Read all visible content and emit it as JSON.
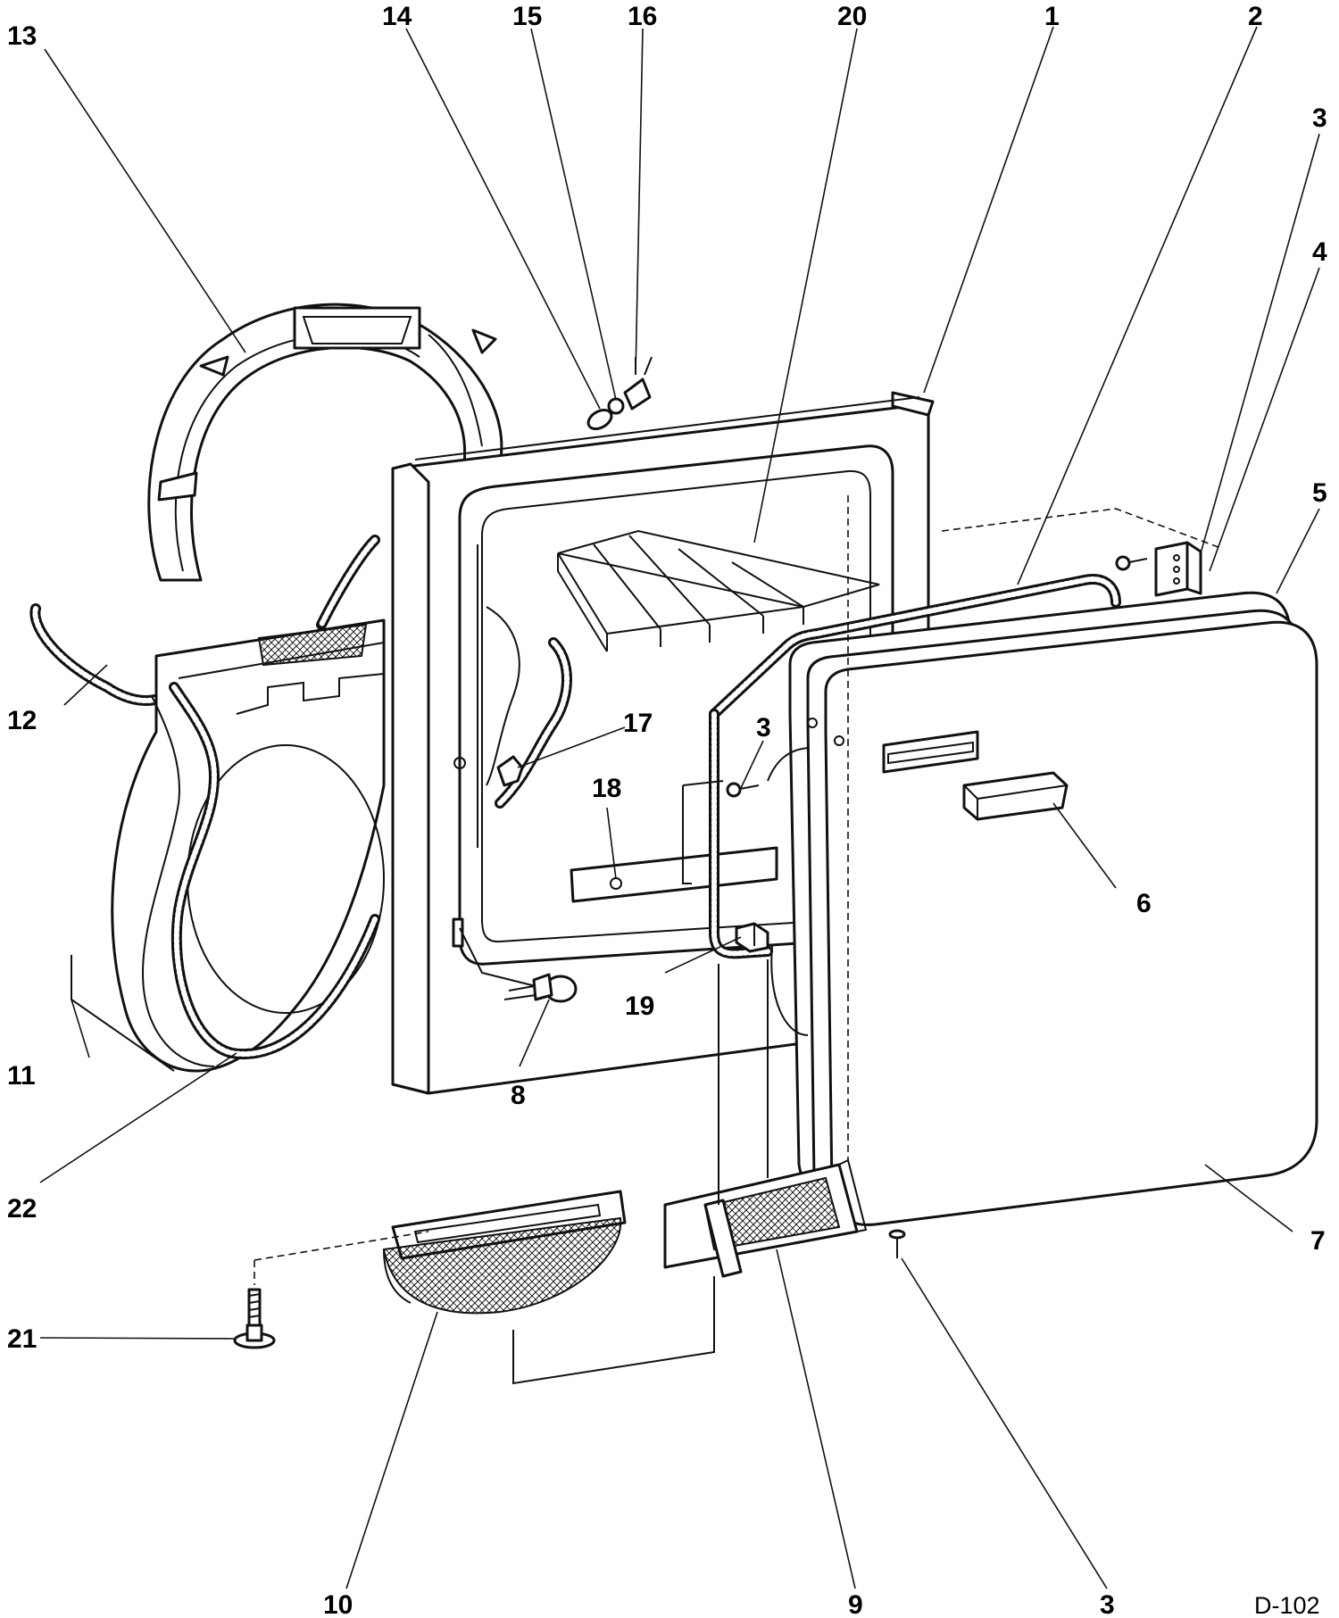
{
  "callouts": [
    {
      "id": "c13",
      "text": "13"
    },
    {
      "id": "c14",
      "text": "14"
    },
    {
      "id": "c15",
      "text": "15"
    },
    {
      "id": "c16",
      "text": "16"
    },
    {
      "id": "c20",
      "text": "20"
    },
    {
      "id": "c1",
      "text": "1"
    },
    {
      "id": "c2",
      "text": "2"
    },
    {
      "id": "c3a",
      "text": "3"
    },
    {
      "id": "c4",
      "text": "4"
    },
    {
      "id": "c5",
      "text": "5"
    },
    {
      "id": "c12",
      "text": "12"
    },
    {
      "id": "c17",
      "text": "17"
    },
    {
      "id": "c3b",
      "text": "3"
    },
    {
      "id": "c18",
      "text": "18"
    },
    {
      "id": "c6",
      "text": "6"
    },
    {
      "id": "c19",
      "text": "19"
    },
    {
      "id": "c11",
      "text": "11"
    },
    {
      "id": "c8",
      "text": "8"
    },
    {
      "id": "c22",
      "text": "22"
    },
    {
      "id": "c7",
      "text": "7"
    },
    {
      "id": "c21",
      "text": "21"
    },
    {
      "id": "c10",
      "text": "10"
    },
    {
      "id": "c9",
      "text": "9"
    },
    {
      "id": "c3c",
      "text": "3"
    }
  ],
  "drawing_code": "D-102"
}
